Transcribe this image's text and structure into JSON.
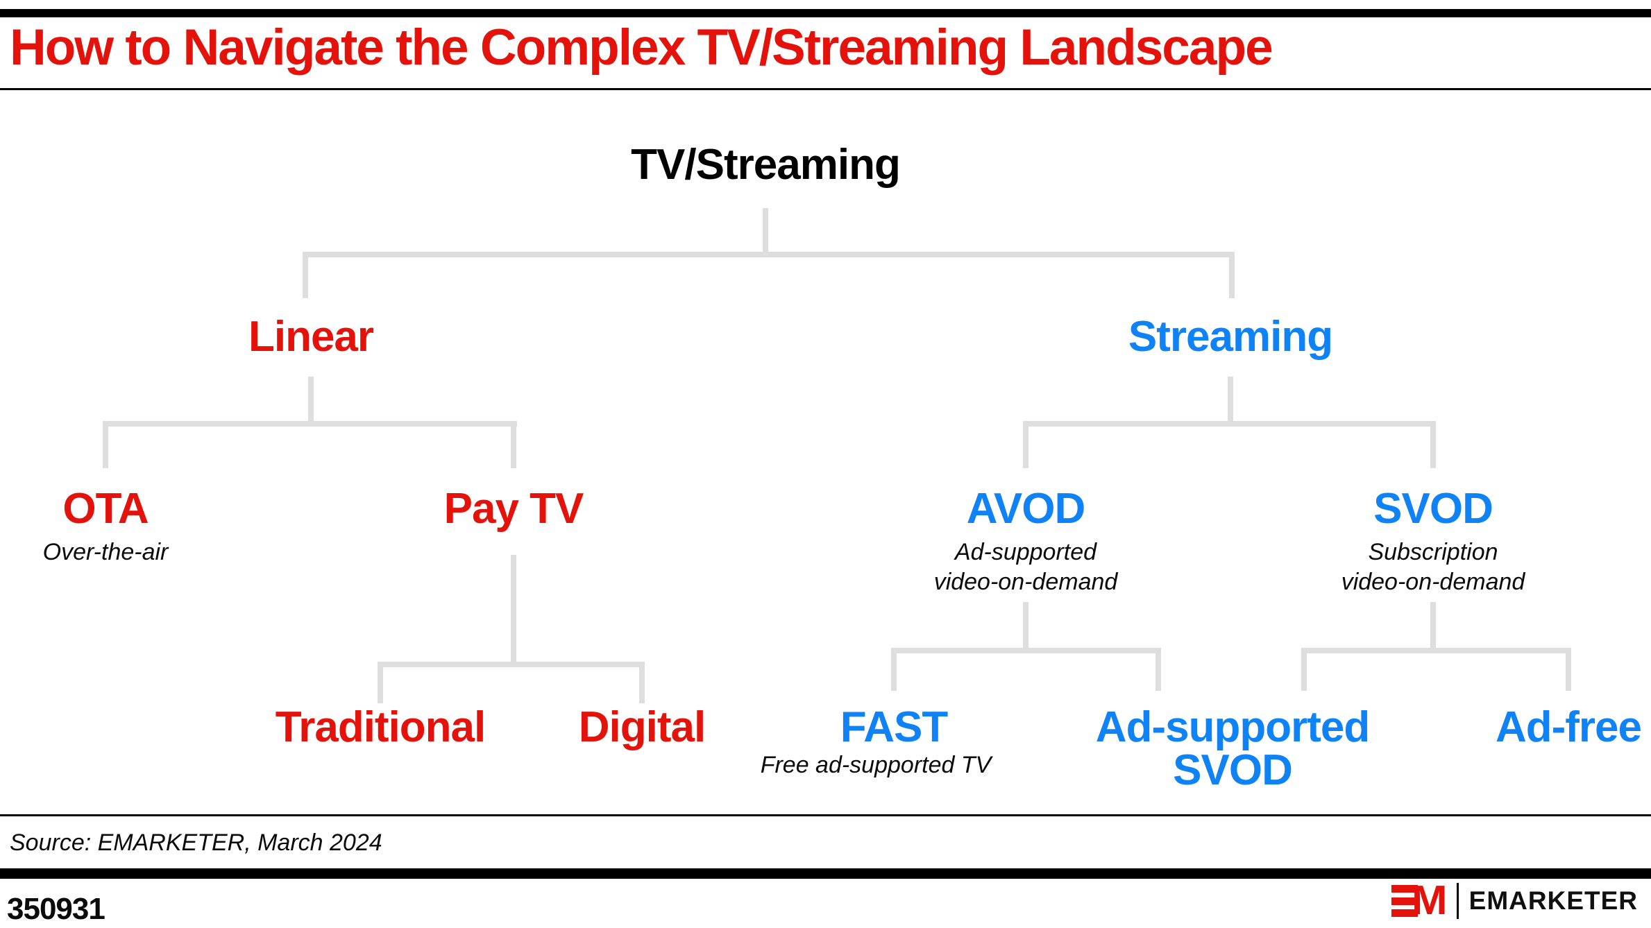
{
  "header": {
    "title": "How to Navigate the Complex TV/Streaming Landscape"
  },
  "tree": {
    "root": {
      "label": "TV/Streaming",
      "children": [
        "Linear",
        "Streaming"
      ]
    },
    "linear": {
      "label": "Linear",
      "children": [
        "OTA",
        "Pay TV"
      ]
    },
    "streaming": {
      "label": "Streaming",
      "children": [
        "AVOD",
        "SVOD"
      ]
    },
    "ota": {
      "label": "OTA",
      "subtitle": "Over-the-air"
    },
    "pay_tv": {
      "label": "Pay TV",
      "children": [
        "Traditional",
        "Digital"
      ]
    },
    "traditional": {
      "label": "Traditional"
    },
    "digital": {
      "label": "Digital"
    },
    "avod": {
      "label": "AVOD",
      "subtitle_line1": "Ad-supported",
      "subtitle_line2": "video-on-demand",
      "children": [
        "FAST",
        "Ad-supported SVOD"
      ]
    },
    "svod": {
      "label": "SVOD",
      "subtitle_line1": "Subscription",
      "subtitle_line2": "video-on-demand",
      "children": [
        "Ad-supported SVOD",
        "Ad-free"
      ]
    },
    "fast": {
      "label": "FAST",
      "subtitle": "Free ad-supported TV"
    },
    "ad_supported_svod": {
      "label_line1": "Ad-supported",
      "label_line2": "SVOD"
    },
    "ad_free": {
      "label": "Ad-free"
    }
  },
  "footer": {
    "source": "Source: EMARKETER, March 2024",
    "chart_id": "350931",
    "logo_m": "M",
    "logo_text": "EMARKETER"
  },
  "colors": {
    "red": "#e3120b",
    "blue": "#0f82f5",
    "gray": "#dedede",
    "ink": "#000000"
  }
}
